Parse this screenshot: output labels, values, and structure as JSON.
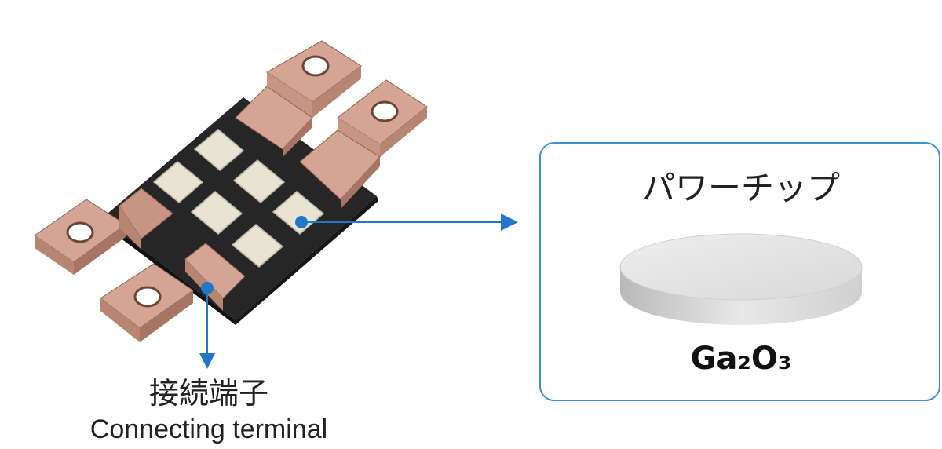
{
  "labels": {
    "terminal_jp": "接続端子",
    "terminal_en": "Connecting terminal",
    "chip_jp": "パワーチップ",
    "chip_material": "Ga₂O₃"
  },
  "colors": {
    "accent_blue": "#1f78c8",
    "copper": "#d4a595",
    "copper_side": "#b98573",
    "copper_dark": "#a87464",
    "board": "#262626",
    "board_edge": "#111111",
    "pad": "#e8e3d2",
    "pad_edge": "#b8b3a3",
    "disc_top": "#e2e2e2",
    "disc_side": "#c8c8c8",
    "text": "#222222"
  }
}
